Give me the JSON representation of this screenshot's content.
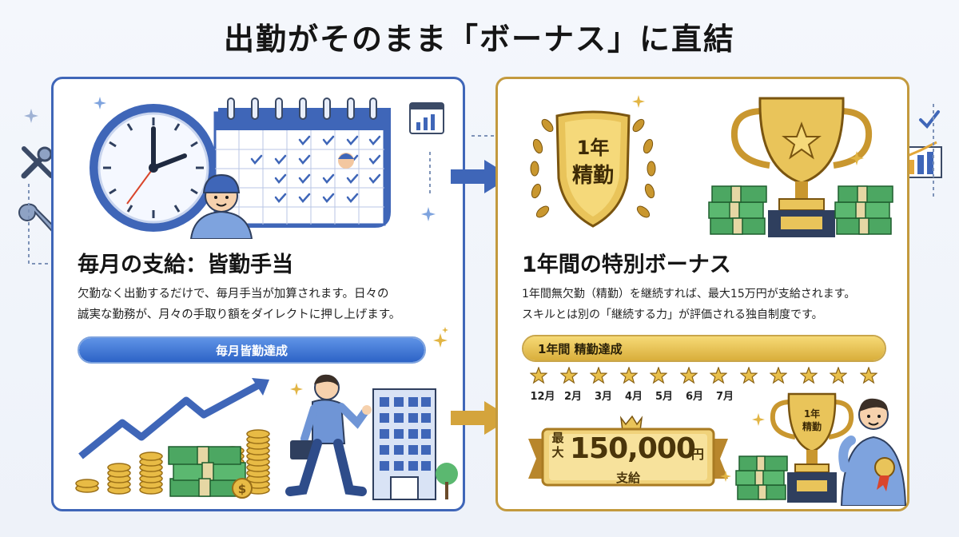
{
  "title": "出勤がそのまま「ボーナス」に直結",
  "left": {
    "heading": "毎月の支給：皆勤手当",
    "description_line1": "欠勤なく出勤するだけで、毎月手当が加算されます。日々の",
    "description_line2": "誠実な勤務が、月々の手取り額をダイレクトに押し上げます。",
    "progress_label": "毎月皆勤達成",
    "progress_fraction": 1.0
  },
  "right": {
    "shield_line1": "1年",
    "shield_line2": "精勤",
    "heading": "1年間の特別ボーナス",
    "description_line1": "1年間無欠勤（精勤）を継続すれば、最大15万円が支給されます。",
    "description_line2": "スキルとは別の「継続する力」が評価される独自制度です。",
    "progress_label": "1年間 精勤達成",
    "progress_fraction": 1.0,
    "star_count": 12,
    "months": [
      "12月",
      "2月",
      "3月",
      "4月",
      "5月",
      "6月",
      "7月"
    ],
    "ribbon_prefix": "最大",
    "ribbon_amount": "150,000",
    "ribbon_unit": "円",
    "ribbon_sub": "支給",
    "small_trophy_line1": "1年",
    "small_trophy_line2": "精勤"
  },
  "colors": {
    "blue": "#3f66b8",
    "gold": "#c39a3e",
    "money_green": "#3f9a55"
  },
  "icons": [
    "clock-icon",
    "calendar-icon",
    "worker-icon",
    "wrench-icon",
    "chart-icon",
    "growth-chart-icon",
    "coins-icon",
    "money-stack-icon",
    "building-icon",
    "walking-worker-icon",
    "laurel-shield-icon",
    "trophy-icon",
    "arrow-right-icon",
    "star-icon",
    "ribbon-banner-icon"
  ]
}
